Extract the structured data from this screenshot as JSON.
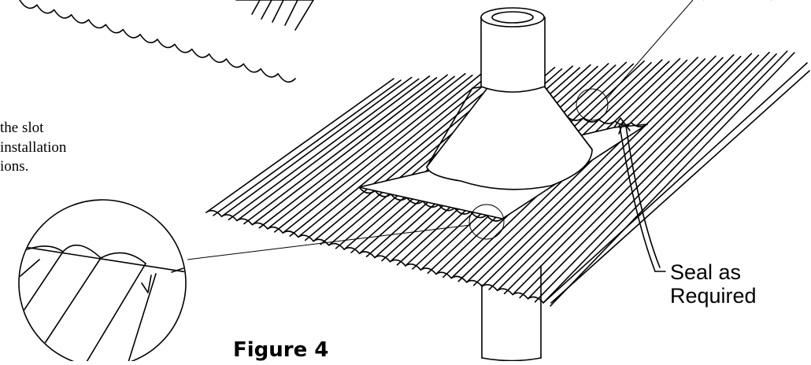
{
  "notes": {
    "line1": "the slot",
    "line2": "installation",
    "line3": "ions."
  },
  "callout": {
    "line1": "Seal as",
    "line2": "Required"
  },
  "figure": {
    "label": "Figure 4"
  }
}
